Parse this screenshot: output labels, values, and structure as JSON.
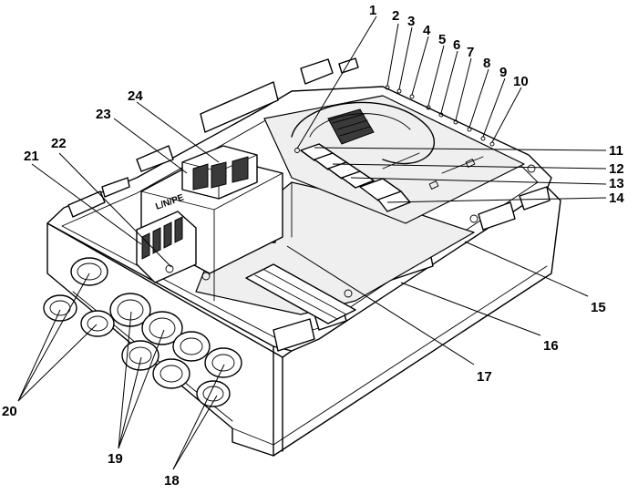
{
  "terminal_label": "L/N/PE",
  "callouts": [
    {
      "id": "1",
      "text": "1"
    },
    {
      "id": "2",
      "text": "2"
    },
    {
      "id": "3",
      "text": "3"
    },
    {
      "id": "4",
      "text": "4"
    },
    {
      "id": "5",
      "text": "5"
    },
    {
      "id": "6",
      "text": "6"
    },
    {
      "id": "7",
      "text": "7"
    },
    {
      "id": "8",
      "text": "8"
    },
    {
      "id": "9",
      "text": "9"
    },
    {
      "id": "10",
      "text": "10"
    },
    {
      "id": "11",
      "text": "11"
    },
    {
      "id": "12",
      "text": "12"
    },
    {
      "id": "13",
      "text": "13"
    },
    {
      "id": "14",
      "text": "14"
    },
    {
      "id": "15",
      "text": "15"
    },
    {
      "id": "16",
      "text": "16"
    },
    {
      "id": "17",
      "text": "17"
    },
    {
      "id": "18",
      "text": "18"
    },
    {
      "id": "19",
      "text": "19"
    },
    {
      "id": "20",
      "text": "20"
    },
    {
      "id": "21",
      "text": "21"
    },
    {
      "id": "22",
      "text": "22"
    },
    {
      "id": "23",
      "text": "23"
    },
    {
      "id": "24",
      "text": "24"
    }
  ]
}
